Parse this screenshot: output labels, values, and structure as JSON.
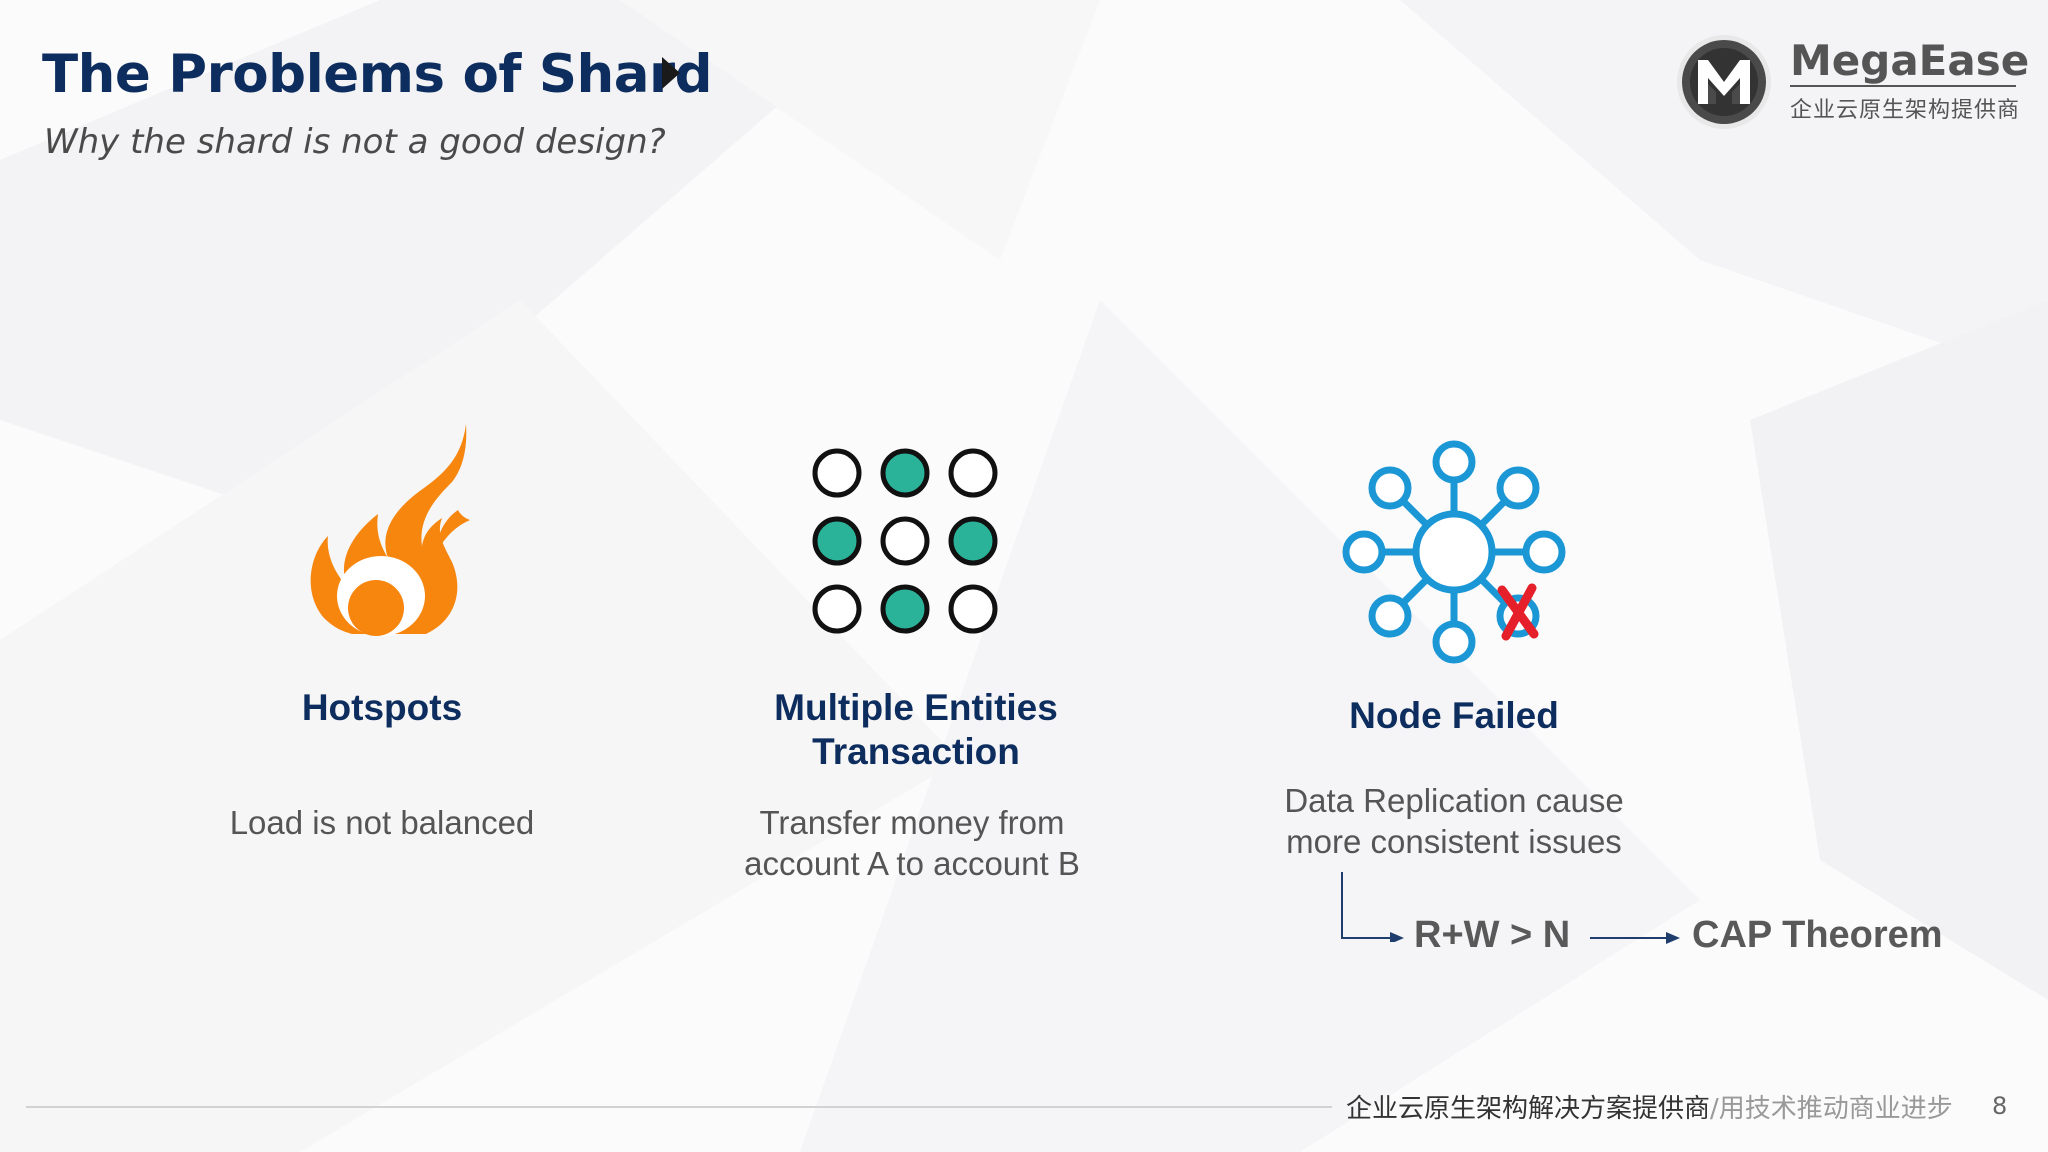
{
  "slide": {
    "title": "The Problems of Shard",
    "subtitle": "Why the shard is not a good design?",
    "page_number": "8"
  },
  "logo": {
    "brand": "MegaEase",
    "tagline": "企业云原生架构提供商"
  },
  "columns": [
    {
      "icon": "fire-icon",
      "heading_lines": [
        "Hotspots"
      ],
      "description_lines": [
        "Load is not balanced"
      ]
    },
    {
      "icon": "dot-grid-icon",
      "heading_lines": [
        "Multiple Entities",
        "Transaction"
      ],
      "description_lines": [
        "Transfer money from",
        "account A to account B"
      ]
    },
    {
      "icon": "network-node-failed-icon",
      "heading_lines": [
        "Node Failed"
      ],
      "description_lines": [
        "Data Replication cause",
        "more consistent issues"
      ]
    }
  ],
  "flow": {
    "formula": "R+W > N",
    "theorem": "CAP Theorem"
  },
  "footer": {
    "main": "企业云原生架构解决方案提供商",
    "separator": "/",
    "slogan": "用技术推动商业进步"
  },
  "colors": {
    "title": "#0d2d5e",
    "fire": "#f7860f",
    "teal": "#2bb39a",
    "network": "#1b97d6",
    "fail_mark": "#e5202a"
  }
}
